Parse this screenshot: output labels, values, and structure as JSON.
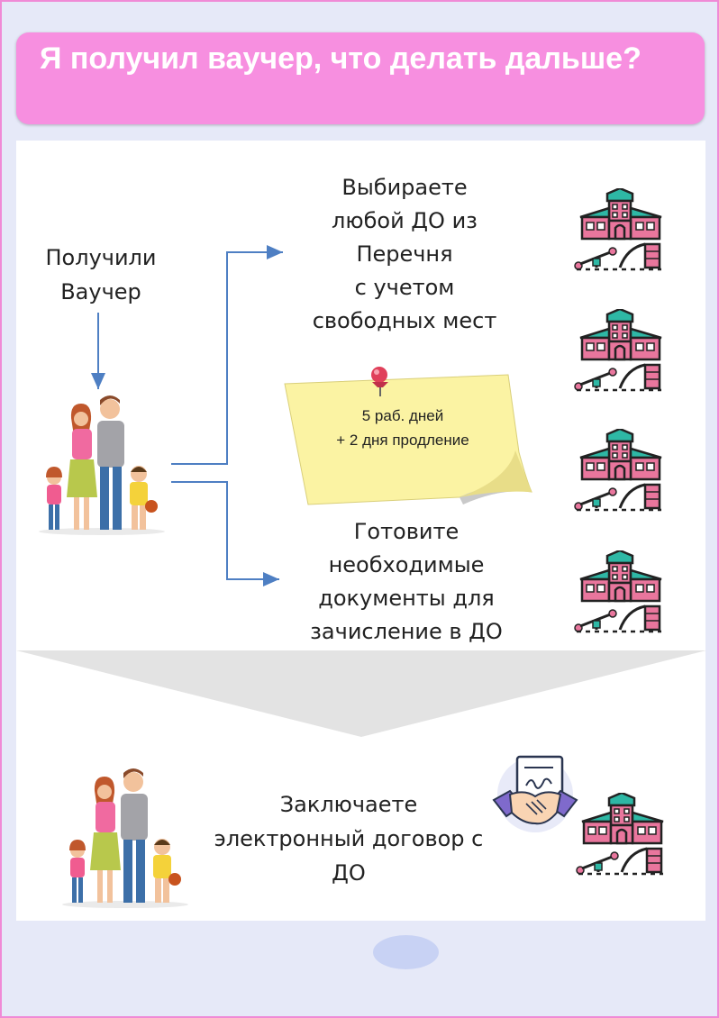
{
  "header": {
    "title": "Я получил ваучер, что делать дальше?"
  },
  "steps": {
    "received_line1": "Получили",
    "received_line2": "Ваучер",
    "choose_lines": [
      "Выбираете",
      "любой ДО из",
      "Перечня",
      "с учетом",
      "свободных мест"
    ],
    "note_lines": [
      "5 раб. дней",
      "+ 2 дня продление"
    ],
    "prepare_lines": [
      "Готовите",
      "необходимые",
      "документы для",
      "зачисление в ДО"
    ],
    "contract_lines": [
      "Заключаете",
      "электронный договор с",
      "ДО"
    ]
  },
  "icons": {
    "family": "family-icon",
    "kindergarten": "kindergarten-icon",
    "handshake": "handshake-contract-icon",
    "pushpin": "pushpin-icon"
  },
  "colors": {
    "header_bg": "#f78fe0",
    "page_bg": "#e6e9f8",
    "building_pink": "#e9769d",
    "building_teal": "#2eb8a5",
    "arrow_blue": "#4e7fc3",
    "sticky_yellow": "#fbf3a3"
  }
}
